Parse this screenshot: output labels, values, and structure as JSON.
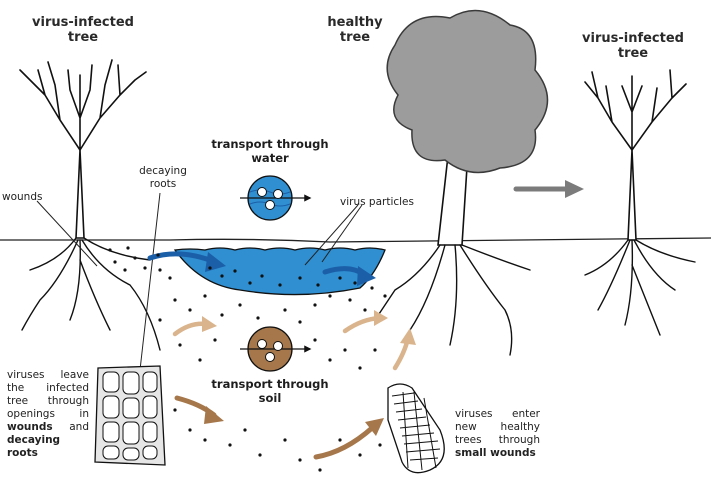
{
  "labels": {
    "left_tree": "virus-infected\ntree",
    "healthy_tree": "healthy\ntree",
    "right_tree": "virus-infected\ntree",
    "wounds": "wounds",
    "decaying_roots": "decaying\nroots",
    "transport_water": "transport through\nwater",
    "virus_particles": "virus particles",
    "transport_soil": "transport through\nsoil"
  },
  "left_caption": {
    "part1": "viruses leave the infected tree through openings in ",
    "bold1": "wounds",
    "part2": " and ",
    "bold2": "decaying roots"
  },
  "right_caption": {
    "part1": "viruses enter new healthy trees through ",
    "bold1": "small wounds"
  },
  "colors": {
    "water": "#2f8fd1",
    "water_dark": "#1b5fa8",
    "soil_arrow": "#a5774a",
    "soil_arrow_light": "#d9b48c",
    "canopy": "#9c9c9c",
    "gray_arrow": "#7b7b7b",
    "ink": "#111111"
  }
}
